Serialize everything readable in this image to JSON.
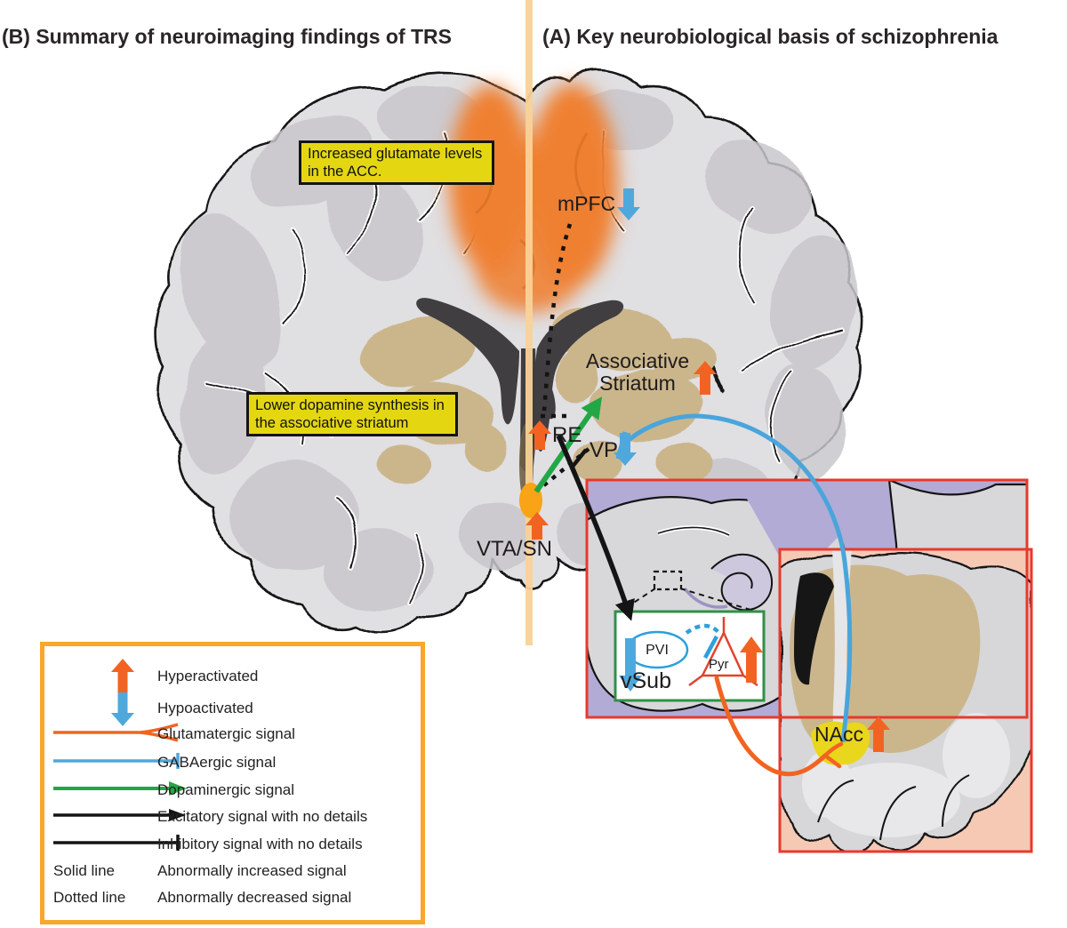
{
  "titles": {
    "left": "(B) Summary of neuroimaging findings of TRS",
    "right": "(A) Key neurobiological basis of schizophrenia"
  },
  "callouts": {
    "acc": "Increased glutamate levels in the ACC.",
    "striatum": "Lower dopamine synthesis in the associative striatum"
  },
  "labels": {
    "mpfc": "mPFC",
    "assoc_line1": "Associative",
    "assoc_line2": "Striatum",
    "re": "RE",
    "vp": "VP",
    "vta": "VTA/SN",
    "vsub": "vSub",
    "pvi": "PVI",
    "pyr": "Pyr",
    "nacc": "NAcc"
  },
  "legend": {
    "rows": [
      {
        "symbol": "hyperactivated-up-arrow",
        "label": "Hyperactivated"
      },
      {
        "symbol": "hypoactivated-down-arrow",
        "label": "Hypoactivated"
      },
      {
        "symbol": "glutamatergic-line",
        "label": "Glutamatergic signal"
      },
      {
        "symbol": "gabaergic-line",
        "label": "GABAergic signal"
      },
      {
        "symbol": "dopaminergic-arrow",
        "label": "Dopaminergic signal"
      },
      {
        "symbol": "excitatory-arrow",
        "label": "Excitatory signal with no details"
      },
      {
        "symbol": "inhibitory-line",
        "label": "Inhibitory signal with no details"
      },
      {
        "symbol_text": "Solid line",
        "label": "Abnormally increased signal"
      },
      {
        "symbol_text": "Dotted line",
        "label": "Abnormally decreased signal"
      }
    ]
  },
  "colors": {
    "hyperactivated_orange": "#f26322",
    "hypoactivated_blue": "#4fa8dc",
    "dopamine_green": "#22a746",
    "callout_yellow": "#e4d712",
    "legend_border_orange": "#f9a72b",
    "inset_border_red": "#e8392b",
    "hippocampus_inset_lavender": "#b2abd6",
    "nacc_inset_salmon": "#f6c9b5",
    "nacc_yellow": "#ead61c",
    "vta_orange": "#f9a416",
    "acc_highlight_orange": "#ef8030",
    "basal_ganglia_tan": "#cbb68c"
  }
}
